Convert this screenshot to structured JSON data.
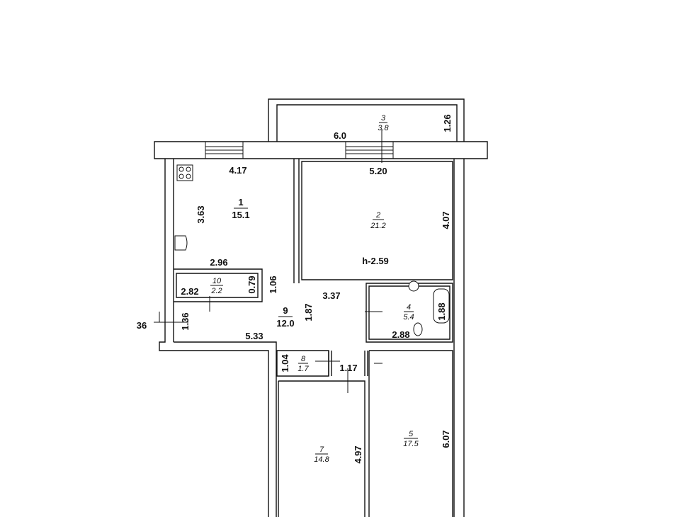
{
  "rooms": [
    {
      "number": "1",
      "area": "15.1"
    },
    {
      "number": "2",
      "area": "21.2"
    },
    {
      "number": "3",
      "area": "3.8"
    },
    {
      "number": "4",
      "area": "5.4"
    },
    {
      "number": "5",
      "area": "17.5"
    },
    {
      "number": "7",
      "area": "14.8"
    },
    {
      "number": "8",
      "area": "1.7"
    },
    {
      "number": "9",
      "area": "12.0"
    },
    {
      "number": "10",
      "area": "2.2"
    }
  ],
  "dimensions": {
    "balcony_len": "6.0",
    "balcony_depth": "1.26",
    "kitchen_width": "4.17",
    "kitchen_depth": "3.63",
    "kitchen_bottom": "2.96",
    "room2_width": "5.20",
    "room2_depth": "4.07",
    "storage_width": "2.82",
    "storage_depth": "0.79",
    "hall_1_06": "1.06",
    "hall_3_37": "3.37",
    "hall_1_87": "1.87",
    "hall_1_36": "1.36",
    "hall_5_33": "5.33",
    "bath_depth": "1.88",
    "bath_width": "2.88",
    "wc_depth": "1.04",
    "corridor_1_17": "1.17",
    "room7_depth": "4.97",
    "room5_depth": "6.07"
  },
  "ceiling_height": "h-2.59",
  "entry_mark": "36"
}
